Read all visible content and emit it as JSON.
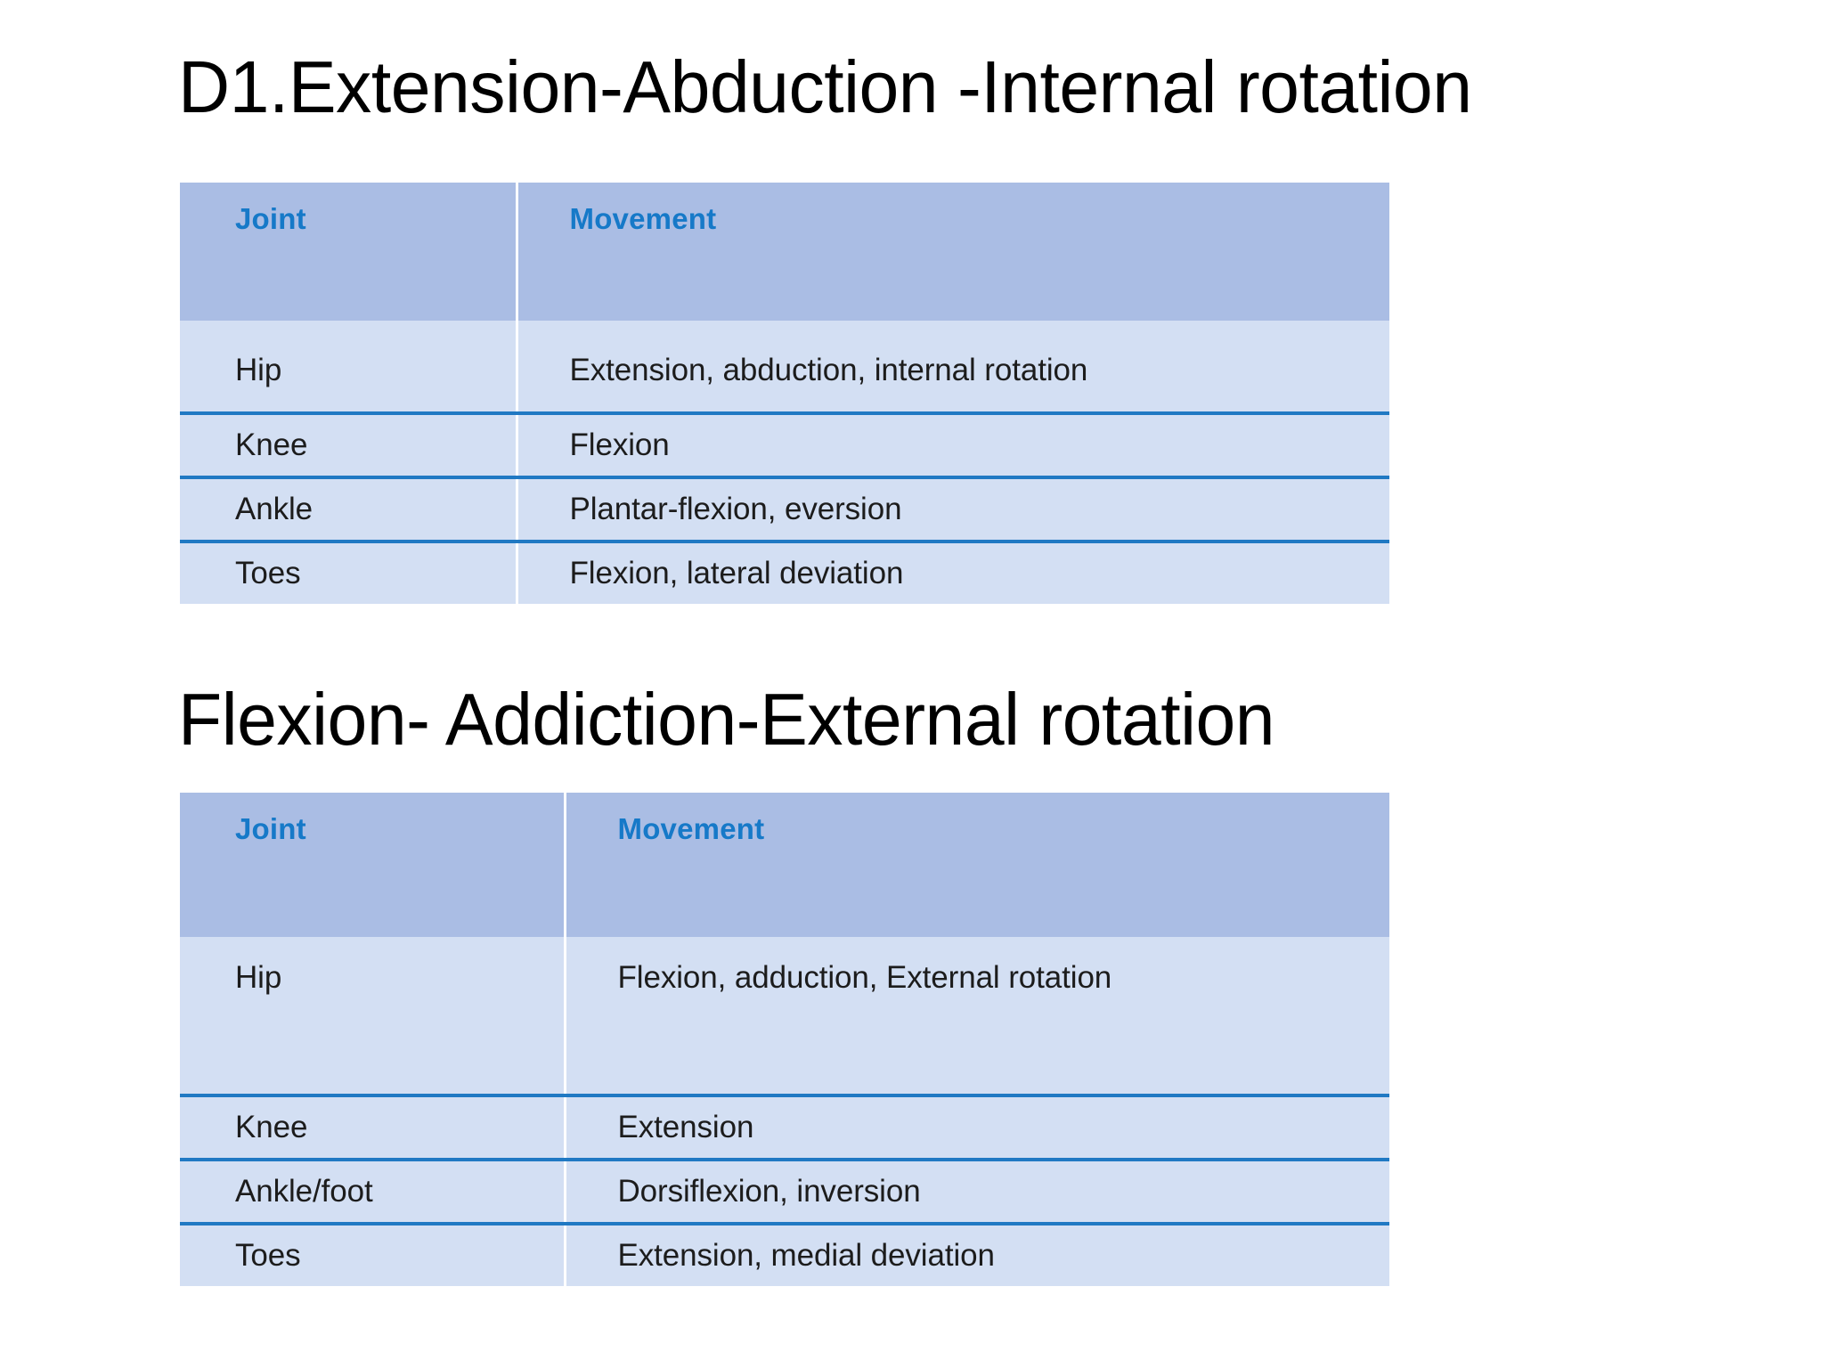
{
  "slide": {
    "background_color": "#ffffff",
    "sections": [
      {
        "title": "D1.Extension-Abduction -Internal rotation",
        "table": {
          "headers": [
            "Joint",
            "Movement"
          ],
          "rows": [
            {
              "joint": "Hip",
              "movement": "Extension, abduction, internal rotation"
            },
            {
              "joint": "Knee",
              "movement": "Flexion"
            },
            {
              "joint": "Ankle",
              "movement": "Plantar-flexion, eversion"
            },
            {
              "joint": "Toes",
              "movement": "Flexion, lateral deviation"
            }
          ]
        }
      },
      {
        "title": "Flexion- Addiction-External rotation",
        "table": {
          "headers": [
            "Joint",
            "Movement"
          ],
          "rows": [
            {
              "joint": "Hip",
              "movement": "Flexion, adduction, External rotation"
            },
            {
              "joint": "Knee",
              "movement": "Extension"
            },
            {
              "joint": "Ankle/foot",
              "movement": "Dorsiflexion, inversion"
            },
            {
              "joint": "Toes",
              "movement": "Extension, medial deviation"
            }
          ]
        }
      }
    ]
  },
  "colors": {
    "header_fill": "#aabde4",
    "body_fill": "#d3dff3",
    "header_text": "#1679c8",
    "row_divider": "#2079c3",
    "body_text": "#1c1c1c",
    "title_text": "#000000"
  }
}
